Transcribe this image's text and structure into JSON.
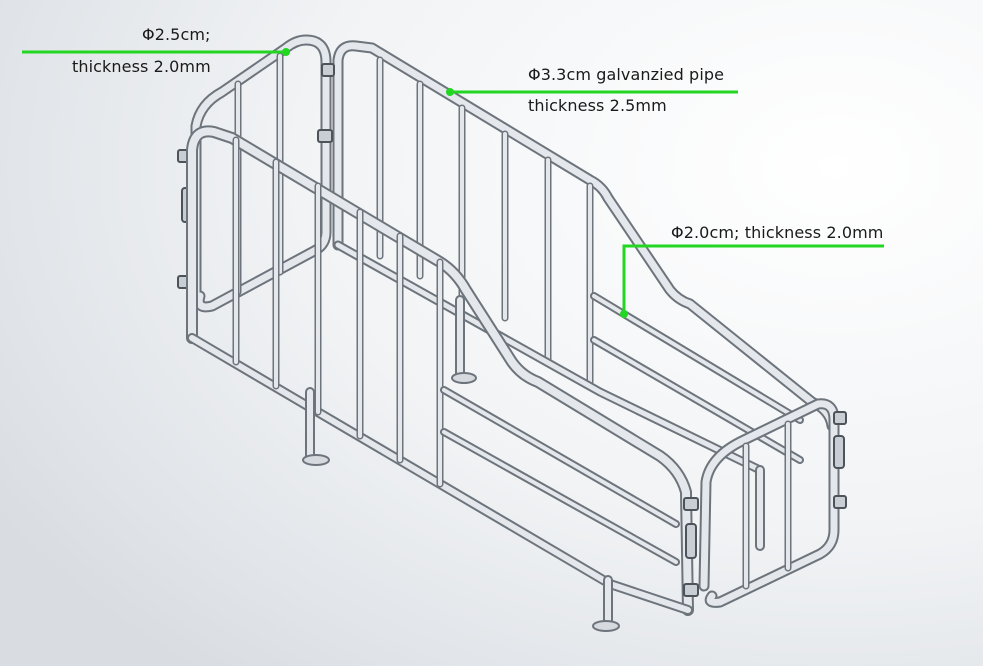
{
  "callouts": {
    "upper_gate": {
      "line1": "Φ2.5cm;",
      "line2": "thickness 2.0mm"
    },
    "main_frame": {
      "line1": "Φ3.3cm galvanzied pipe",
      "line2": "thickness 2.5mm"
    },
    "side_bars": {
      "line1": "Φ2.0cm; thickness 2.0mm"
    }
  },
  "colors": {
    "callout_line": "#22d622",
    "callout_dot": "#22d622",
    "pipe": "#e4e8ec",
    "pipe_edge": "#6d747c",
    "text": "#1a1a1a"
  }
}
